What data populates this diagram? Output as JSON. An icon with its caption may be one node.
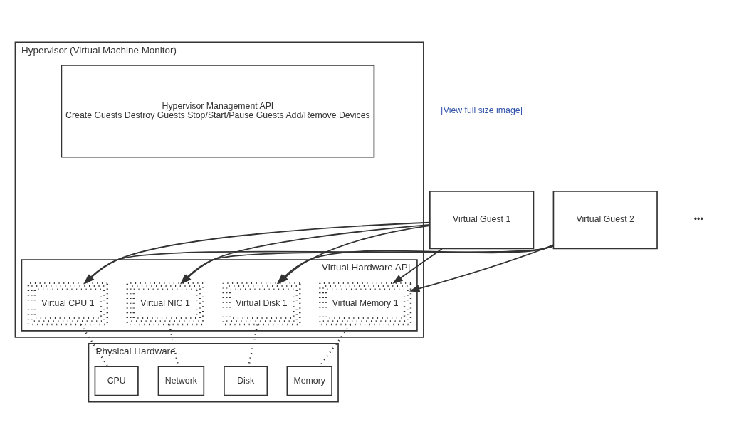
{
  "diagram": {
    "nodes": [
      {
        "text": [
          "Virtual Guest 1"
        ]
      },
      {
        "text": [
          "Virtual Guest 2"
        ]
      },
      {
        "text": [
          "Hypervisor (Virtual Machine Monitor)"
        ]
      },
      {
        "text": [
          "Hypervisor Management API",
          "Create Guests Destroy Guests Stop/Start/Pause Guests Add/Remove Devices"
        ],
        "in": 2
      },
      {
        "text": [
          "Virtual Hardware API"
        ],
        "in": 2
      },
      {
        "text": [
          "Virtual Memory 1"
        ],
        "in": 4
      },
      {
        "text": [
          "Virtual Disk 1"
        ],
        "in": 4
      },
      {
        "text": [
          "Virtual NIC 1"
        ],
        "in": 4
      },
      {
        "text": [
          "Virtual CPU 1"
        ],
        "in": 4
      },
      {
        "text": [
          "Physical Hardware"
        ]
      },
      {
        "text": [
          "Memory"
        ],
        "in": 9
      },
      {
        "text": [
          "Disk"
        ],
        "in": 9
      },
      {
        "text": [
          "Network"
        ],
        "in": 9
      },
      {
        "text": [
          "CPU"
        ],
        "in": 9
      }
    ],
    "edges": [
      {
        "from": 0,
        "to": 5,
        "arrow": "to"
      },
      {
        "from": 0,
        "to": 6,
        "arrow": "to"
      },
      {
        "from": 0,
        "to": 7,
        "arrow": "to"
      },
      {
        "from": 0,
        "to": 8,
        "arrow": "to"
      },
      {
        "from": 1,
        "to": 5,
        "arrow": "to"
      },
      {
        "from": 1,
        "to": 6,
        "arrow": "to"
      },
      {
        "from": 1,
        "to": 7,
        "arrow": "to"
      },
      {
        "from": 1,
        "to": 8,
        "arrow": "to"
      },
      {
        "from": 5,
        "to": 10,
        "arrow": "none",
        "style": "dashed"
      },
      {
        "from": 6,
        "to": 11,
        "arrow": "none",
        "style": "dashed"
      },
      {
        "from": 7,
        "to": 12,
        "arrow": "none",
        "style": "dashed"
      },
      {
        "from": 8,
        "to": 13,
        "arrow": "none",
        "style": "dashed"
      }
    ],
    "labels": [
      "[View full size image]",
      "•••"
    ]
  }
}
